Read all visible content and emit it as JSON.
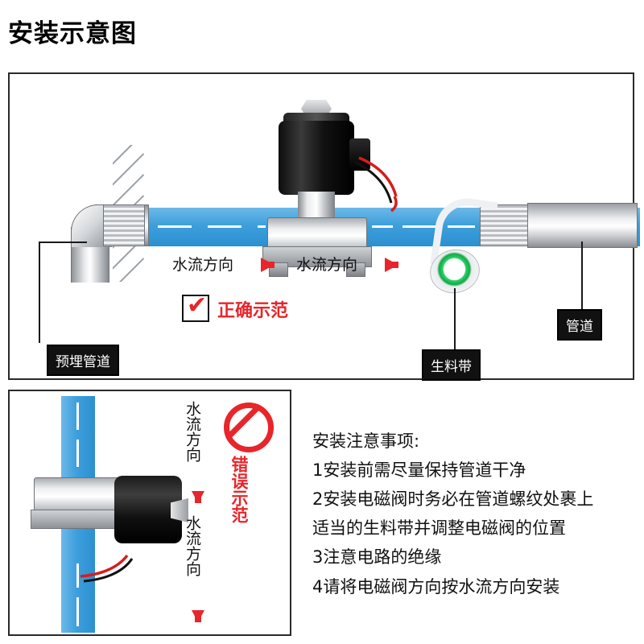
{
  "page": {
    "title": "安装示意图"
  },
  "top_panel": {
    "flow_labels": [
      "水流方向",
      "水流方向"
    ],
    "correct_demo": "正确示范",
    "check_icon": "✔",
    "labels": {
      "embedded_pipe": "预埋管道",
      "teflon_tape": "生料带",
      "pipeline": "管道"
    }
  },
  "bottom_left_panel": {
    "flow_top": "水流方向",
    "flow_bottom": "水流方向",
    "wrong_demo": "错误示范"
  },
  "notes": {
    "heading": "安装注意事项:",
    "items": [
      "1安装前需尽量保持管道干净",
      "2安装电磁阀时务必在管道螺纹处裹上",
      "适当的生料带并调整电磁阀的位置",
      "3注意电路的绝缘",
      "4请将电磁阀方向按水流方向安装"
    ]
  },
  "colors": {
    "water_blue": "#3e9fdc",
    "alert_red": "#e8252a",
    "tape_green": "#0faa46",
    "label_bg": "#111111",
    "border": "#2a2a2a"
  }
}
